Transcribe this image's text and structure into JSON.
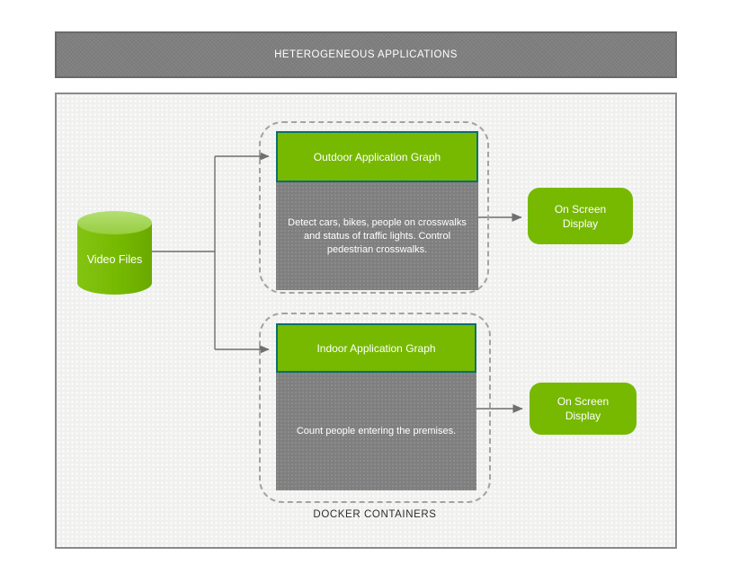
{
  "colors": {
    "brand_green": "#76b900",
    "cylinder_top_green": "#a6d861",
    "node_gray": "#7f7f7f",
    "teal_border": "#0d6e6e",
    "canvas_bg": "#f0f0ef",
    "line_gray": "#6f6f6f"
  },
  "header": {
    "title": "HETEROGENEOUS APPLICATIONS"
  },
  "diagram": {
    "source": {
      "label": "Video Files"
    },
    "docker_label": "DOCKER CONTAINERS",
    "pipelines": [
      {
        "title": "Outdoor Application Graph",
        "description": "Detect cars, bikes, people on crosswalks and status of traffic lights. Control pedestrian crosswalks.",
        "output": "On Screen Display"
      },
      {
        "title": "Indoor Application Graph",
        "description": "Count people entering the premises.",
        "output": "On Screen Display"
      }
    ]
  }
}
